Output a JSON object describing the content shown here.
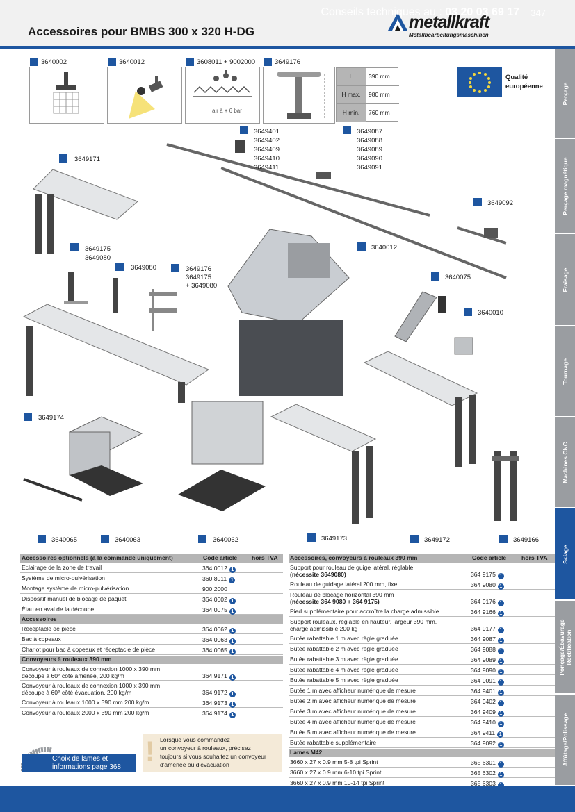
{
  "header": {
    "title": "Accessoires pour BMBS 300 x 320 H-DG",
    "logo_name": "metallkraft",
    "logo_sub": "Metallbearbeitungsmaschinen"
  },
  "sidebar": {
    "tabs": [
      {
        "label": "Perçage"
      },
      {
        "label": "Perçage magnétique"
      },
      {
        "label": "Fraisage"
      },
      {
        "label": "Tournage"
      },
      {
        "label": "Machines CNC"
      },
      {
        "label": "Sciage"
      },
      {
        "label": "Ponçage/Ébavurage Rectification"
      },
      {
        "label": "Affûtage/Polissage"
      }
    ],
    "active": "Sciage"
  },
  "top_items": {
    "t1": "3640002",
    "t2": "3640012",
    "t3": "3608011 + 9002000",
    "t3_caption": "air à + 6 bar",
    "t4": "3649176"
  },
  "height_table": {
    "rows": [
      {
        "label": "L",
        "value": "390 mm"
      },
      {
        "label": "H max.",
        "value": "980 mm"
      },
      {
        "label": "H min.",
        "value": "760 mm"
      }
    ]
  },
  "eu": {
    "line1": "Qualité",
    "line2": "européenne"
  },
  "callouts": {
    "c3649401": [
      "3649401",
      "3649402",
      "3649409",
      "3649410",
      "3649411"
    ],
    "c3649087": [
      "3649087",
      "3649088",
      "3649089",
      "3649090",
      "3649091"
    ],
    "c3649171": "3649171",
    "c3649092": "3649092",
    "c3649175": [
      "3649175",
      "3649080"
    ],
    "c3649080": "3649080",
    "c3649176": [
      "3649176",
      "3649175",
      "+ 3649080"
    ],
    "c3640012": "3640012",
    "c3640075": "3640075",
    "c3640010": "3640010",
    "c3649174": "3649174",
    "c3640065": "3640065",
    "c3640063": "3640063",
    "c3640062": "3640062",
    "c3649173": "3649173",
    "c3649172": "3649172",
    "c3649166": "3649166"
  },
  "left_table": {
    "h_desc": "Accessoires optionnels (à la commande uniquement)",
    "h_code": "Code article",
    "h_tva": "hors TVA",
    "rows": [
      {
        "type": "item",
        "desc": "Eclairage de la zone de travail",
        "code": "364 0012",
        "info": "1"
      },
      {
        "type": "item",
        "desc": "Système de micro-pulvérisation",
        "code": "360 8011",
        "info": "1"
      },
      {
        "type": "item",
        "desc": "Montage système de micro-pulvérisation",
        "code": "900 2000",
        "info": ""
      },
      {
        "type": "item",
        "desc": "Dispositif manuel de blocage de paquet",
        "code": "364 0002",
        "info": "1"
      },
      {
        "type": "item",
        "desc": "Étau en aval de la découpe",
        "code": "364 0075",
        "info": "1"
      },
      {
        "type": "section",
        "desc": "Accessoires"
      },
      {
        "type": "item",
        "desc": "Réceptacle de pièce",
        "code": "364 0062",
        "info": "1"
      },
      {
        "type": "item",
        "desc": "Bac à copeaux",
        "code": "364 0063",
        "info": "1"
      },
      {
        "type": "item",
        "desc": "Chariot pour bac à copeaux et réceptacle de pièce",
        "code": "364 0065",
        "info": "1"
      },
      {
        "type": "section",
        "desc": "Convoyeurs à rouleaux 390 mm"
      },
      {
        "type": "item2",
        "desc": "Convoyeur à rouleaux de connexion 1000 x 390 mm,",
        "desc2": "découpe à 60° côté amenée, 200 kg/m",
        "code": "364 9171",
        "info": "1"
      },
      {
        "type": "item2",
        "desc": "Convoyeur à rouleaux de connexion 1000 x 390 mm,",
        "desc2": "découpe à 60° côté évacuation, 200 kg/m",
        "code": "364 9172",
        "info": "1"
      },
      {
        "type": "item",
        "desc": "Convoyeur à rouleaux 1000 x 390 mm 200 kg/m",
        "code": "364 9173",
        "info": "1"
      },
      {
        "type": "item",
        "desc": "Convoyeur à rouleaux 2000 x 390 mm 200 kg/m",
        "code": "364 9174",
        "info": "1"
      }
    ]
  },
  "right_table": {
    "h_desc": "Accessoires, convoyeurs à rouleaux 390 mm",
    "h_code": "Code article",
    "h_tva": "hors TVA",
    "rows": [
      {
        "type": "item2",
        "desc": "Support pour rouleau de guige latéral, réglable",
        "desc2": "(nécessite 3649080)",
        "bold2": true,
        "code": "364 9175",
        "info": "1"
      },
      {
        "type": "item",
        "desc": "Rouleau de guidage latéral 200 mm, fixe",
        "code": "364 9080",
        "info": "1"
      },
      {
        "type": "item2",
        "desc": "Rouleau de blocage horizontal 390 mm",
        "desc2": "(nécessite 364 9080 + 364 9175)",
        "bold2": true,
        "code": "364 9176",
        "info": "1"
      },
      {
        "type": "item",
        "desc": "Pied supplémentaire pour accroître la charge admissible",
        "code": "364 9166",
        "info": "1"
      },
      {
        "type": "item2",
        "desc": "Support rouleaux, réglable en hauteur, largeur 390 mm,",
        "desc2": "charge admissible 200 kg",
        "bold2": false,
        "code": "364 9177",
        "info": "1"
      },
      {
        "type": "item",
        "desc": "Butée rabattable 1 m avec règle graduée",
        "code": "364 9087",
        "info": "1"
      },
      {
        "type": "item",
        "desc": "Butée rabattable 2 m avec règle graduée",
        "code": "364 9088",
        "info": "1"
      },
      {
        "type": "item",
        "desc": "Butée rabattable 3 m avec règle graduée",
        "code": "364 9089",
        "info": "1"
      },
      {
        "type": "item",
        "desc": "Butée rabattable 4 m avec règle graduée",
        "code": "364 9090",
        "info": "1"
      },
      {
        "type": "item",
        "desc": "Butée rabattable 5 m avec règle graduée",
        "code": "364 9091",
        "info": "1"
      },
      {
        "type": "item",
        "desc": "Butée 1 m avec afficheur numérique de mesure",
        "code": "364 9401",
        "info": "1"
      },
      {
        "type": "item",
        "desc": "Butée 2 m avec afficheur numérique de mesure",
        "code": "364 9402",
        "info": "1"
      },
      {
        "type": "item",
        "desc": "Butée 3 m avec afficheur numérique de mesure",
        "code": "364 9409",
        "info": "1"
      },
      {
        "type": "item",
        "desc": "Butée 4 m avec afficheur numérique de mesure",
        "code": "364 9410",
        "info": "1"
      },
      {
        "type": "item",
        "desc": "Butée 5 m avec afficheur numérique de mesure",
        "code": "364 9411",
        "info": "1"
      },
      {
        "type": "item",
        "desc": "Butée rabattable supplémentaire",
        "code": "364 9092",
        "info": "1"
      },
      {
        "type": "section",
        "desc": "Lames M42"
      },
      {
        "type": "item",
        "desc": "3660 x 27 x 0.9 mm 5-8 tpi Sprint",
        "code": "365 6301",
        "info": "1"
      },
      {
        "type": "item",
        "desc": "3660 x 27 x 0.9 mm 6-10 tpi Sprint",
        "code": "365 6302",
        "info": "1"
      },
      {
        "type": "item",
        "desc": "3660 x 27 x 0.9 mm 10-14 tpi Sprint",
        "code": "365 6303",
        "info": "1"
      }
    ]
  },
  "blade_link": {
    "line1": "Choix de lames et",
    "line2": "informations page 368"
  },
  "note": {
    "line1": "Lorsque vous commandez",
    "line2": "un convoyeur à rouleaux, précisez",
    "line3": "toujours si vous souhaitez un convoyeur",
    "line4": "d'amenée ou d'évacuation"
  },
  "footer": {
    "text": "Conseils techniques au :",
    "phone": "03 20 03 69 17",
    "page": "347"
  },
  "colors": {
    "brand_blue": "#1e56a0",
    "header_grey": "#b5b5b5",
    "sidebar_grey": "#9a9da1"
  }
}
